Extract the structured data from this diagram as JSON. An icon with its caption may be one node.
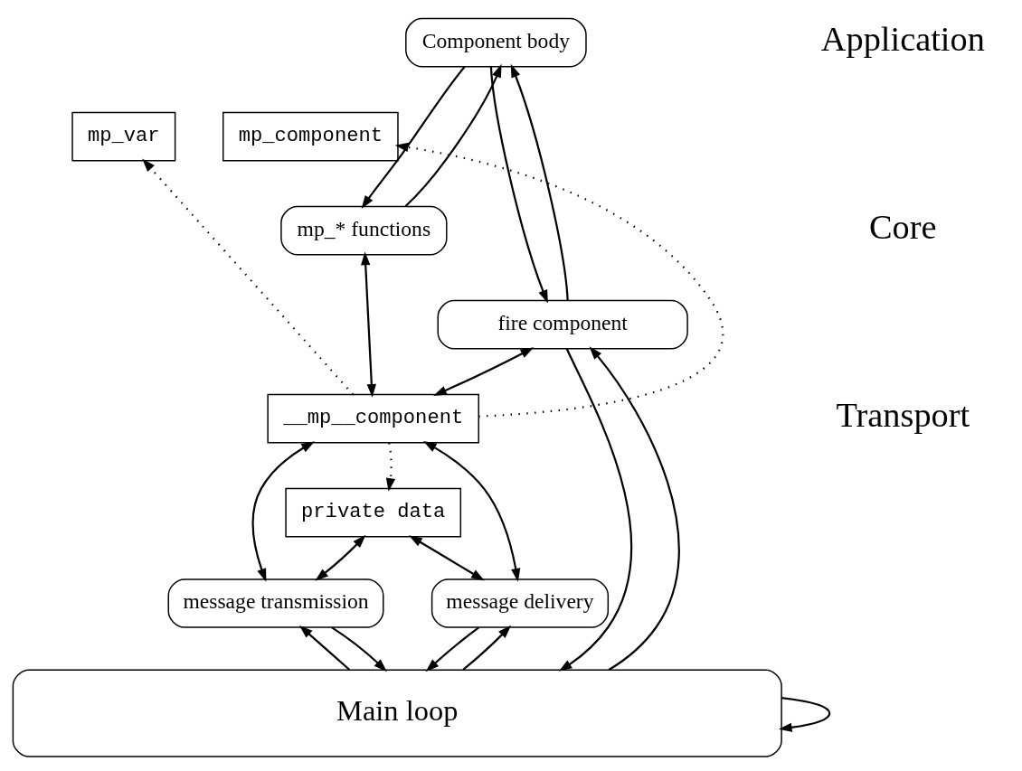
{
  "diagram": {
    "nodes": [
      {
        "text": [
          "mp_component"
        ]
      },
      {
        "text": [
          "mp_var"
        ]
      },
      {
        "text": [
          "Component body"
        ]
      },
      {
        "text": [
          "mp_* functions"
        ]
      },
      {
        "text": [
          "fire component"
        ]
      },
      {
        "text": [
          "__mp__component"
        ]
      },
      {
        "text": [
          "private data"
        ]
      },
      {
        "text": [
          "message transmission"
        ]
      },
      {
        "text": [
          "message delivery"
        ]
      },
      {
        "text": [
          "Main loop"
        ]
      }
    ],
    "edges": [
      {
        "from": 5,
        "to": 0,
        "arrow": "to",
        "style": "dashed"
      },
      {
        "from": 5,
        "to": 1,
        "arrow": "to",
        "style": "dashed"
      },
      {
        "from": 3,
        "to": 5,
        "arrow": "both"
      },
      {
        "from": 4,
        "to": 5,
        "arrow": "both"
      },
      {
        "from": 5,
        "to": 6,
        "arrow": "to",
        "style": "dashed"
      },
      {
        "from": 5,
        "to": 7,
        "arrow": "both"
      },
      {
        "from": 5,
        "to": 8,
        "arrow": "both"
      },
      {
        "from": 6,
        "to": 7,
        "arrow": "both"
      },
      {
        "from": 6,
        "to": 8,
        "arrow": "both"
      },
      {
        "from": 9,
        "to": 7,
        "arrow": "to"
      },
      {
        "from": 7,
        "to": 9,
        "arrow": "to"
      },
      {
        "from": 9,
        "to": 8,
        "arrow": "to"
      },
      {
        "from": 8,
        "to": 9,
        "arrow": "to"
      },
      {
        "from": 9,
        "to": 4,
        "arrow": "to"
      },
      {
        "from": 4,
        "to": 2,
        "arrow": "to"
      },
      {
        "from": 2,
        "to": 3,
        "arrow": "to"
      },
      {
        "from": 3,
        "to": 2,
        "arrow": "to"
      },
      {
        "from": 2,
        "to": 4,
        "arrow": "to"
      },
      {
        "from": 4,
        "to": 9,
        "arrow": "to"
      },
      {
        "from": 9,
        "to": 9,
        "arrow": "to"
      }
    ],
    "labels": [
      "Application",
      "Core",
      "Transport"
    ]
  }
}
